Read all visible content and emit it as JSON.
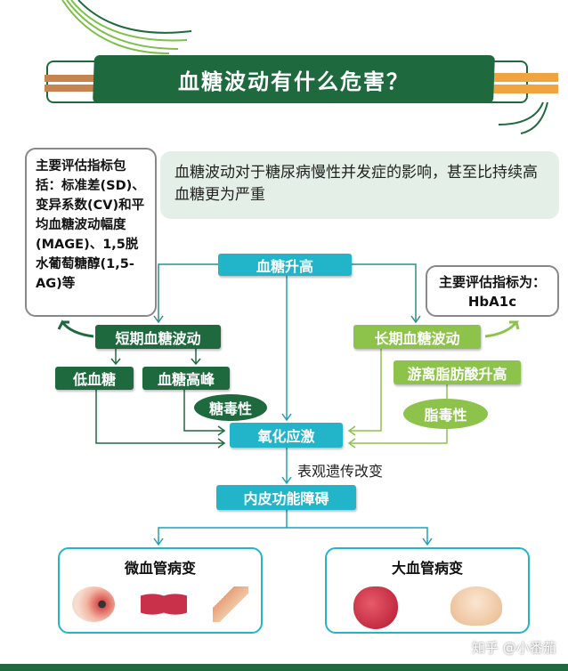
{
  "title": "血糖波动有什么危害？",
  "intro": "血糖波动对于糖尿病慢性并发症的影响，甚至比持续高血糖更为严重",
  "left_note": "主要评估指标包括：标准差(SD)、变异系数(CV)和平均血糖波动幅度(MAGE)、1,5脱水葡萄糖醇(1,5-AG)等",
  "right_note": "主要评估指标为：HbA1c",
  "nodes": {
    "root": "血糖升高",
    "short": "短期血糖波动",
    "long": "长期血糖波动",
    "hypo": "低血糖",
    "peak": "血糖高峰",
    "ffa": "游离脂肪酸升高",
    "glucotox": "糖毒性",
    "lipotox": "脂毒性",
    "oxidative": "氧化应激",
    "epigenetic": "表观遗传改变",
    "endothelial": "内皮功能障碍",
    "micro": "微血管病变",
    "macro": "大血管病变"
  },
  "watermark": "知乎 @小番茄",
  "colors": {
    "dark_green": "#1e6a3e",
    "teal": "#22b4c9",
    "light_green": "#8dc24b"
  }
}
